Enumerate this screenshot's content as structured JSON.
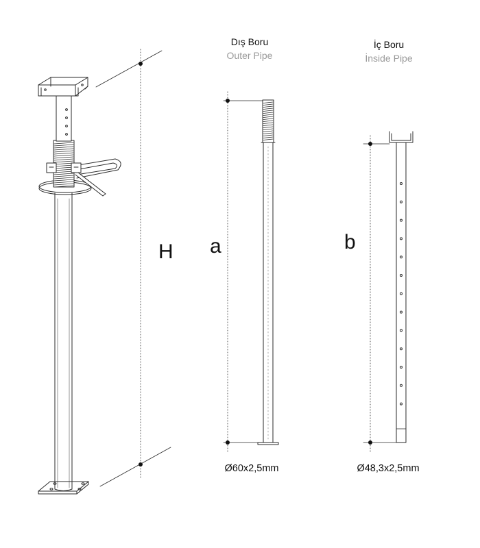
{
  "outer_pipe": {
    "title": "Dış Boru",
    "subtitle": "Outer Pipe",
    "dimension_label": "a",
    "spec": "Ø60x2,5mm"
  },
  "inner_pipe": {
    "title": "İç Boru",
    "subtitle": "İnside Pipe",
    "dimension_label": "b",
    "spec": "Ø48,3x2,5mm"
  },
  "assembly": {
    "dimension_label": "H"
  },
  "colors": {
    "stroke": "#2a2a2a",
    "dotted": "#555555",
    "subtitle": "#9a9a9a"
  }
}
